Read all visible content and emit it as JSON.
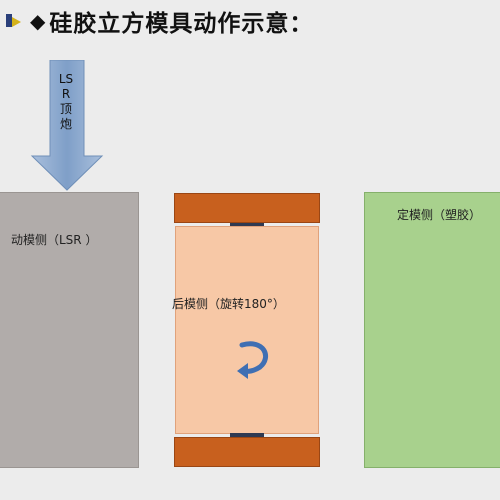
{
  "title": {
    "bullet": "◆",
    "text": "硅胶立方模具动作示意："
  },
  "arrow": {
    "label": "LSR顶炮"
  },
  "blocks": {
    "moving_side": "动模侧（LSR ）",
    "back_side": "后模侧（旋转180°）",
    "fixed_side": "定模侧（塑胶）"
  },
  "colors": {
    "moving": "#b1acaa",
    "back": "#f7c8a6",
    "plates": "#c8601e",
    "fixed": "#a8d18d",
    "arrow": "#8aa7cc",
    "rotation": "#3f6fb3"
  }
}
